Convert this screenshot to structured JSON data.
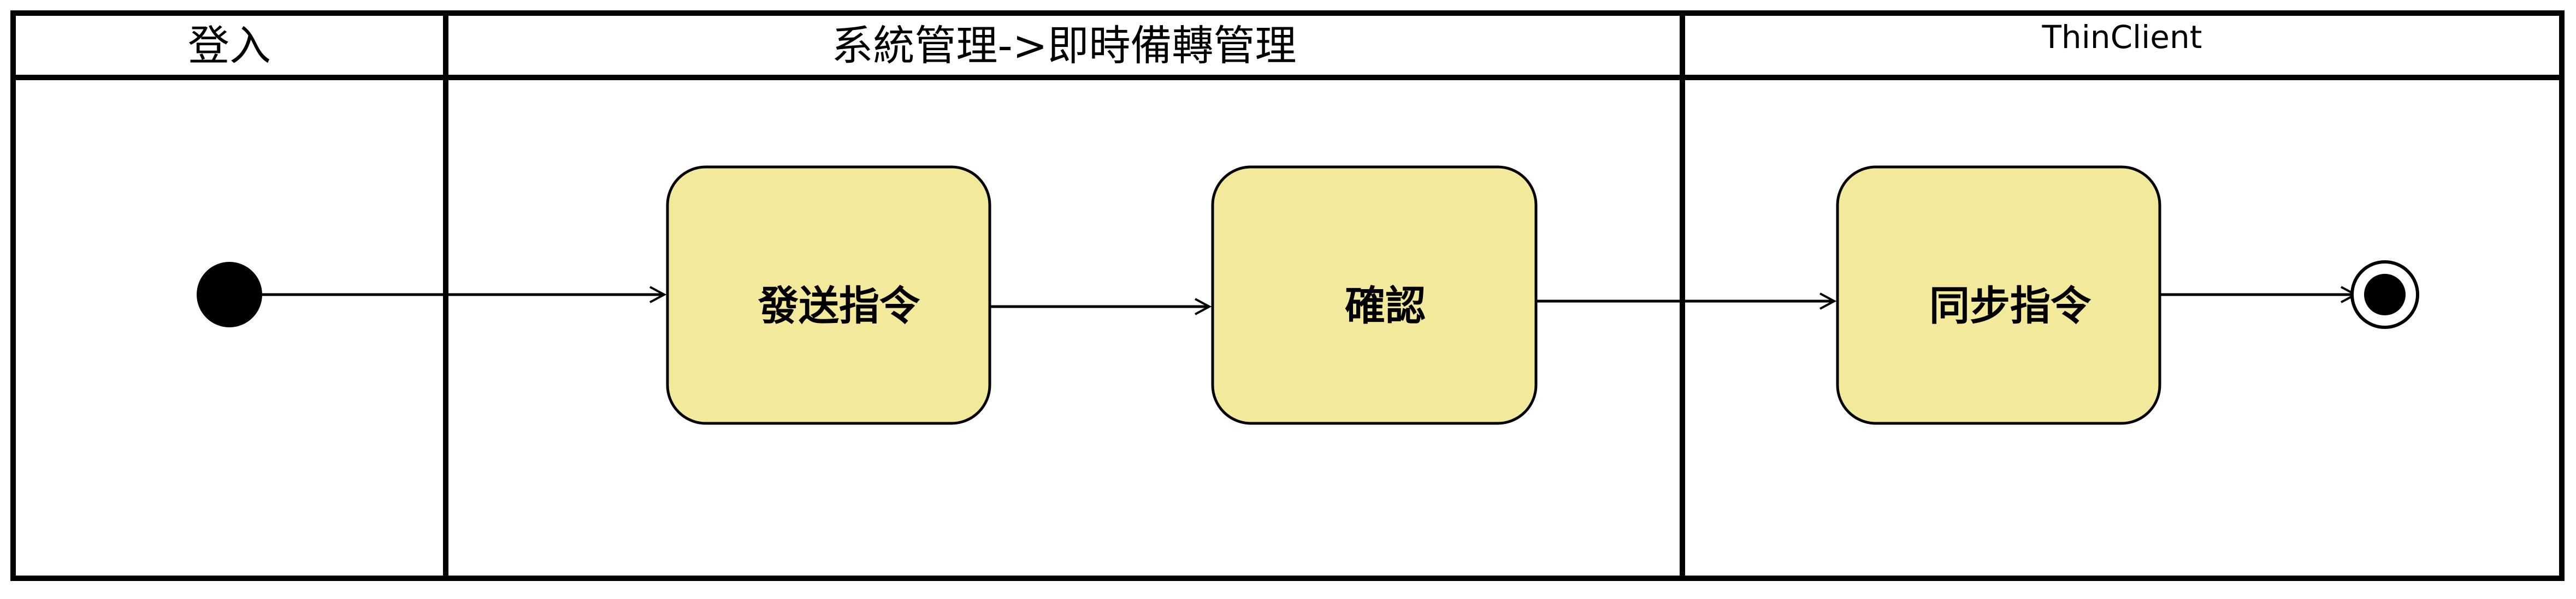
{
  "diagram": {
    "lanes": [
      {
        "title": "登入"
      },
      {
        "title": "系統管理->即時備轉管理"
      },
      {
        "title": "ThinClient"
      }
    ],
    "actions": [
      {
        "label": "發送指令"
      },
      {
        "label": "確認"
      },
      {
        "label": "同步指令"
      }
    ],
    "colors": {
      "action_fill": "#F3E99B",
      "stroke": "#000000",
      "background": "#FFFFFF"
    }
  }
}
